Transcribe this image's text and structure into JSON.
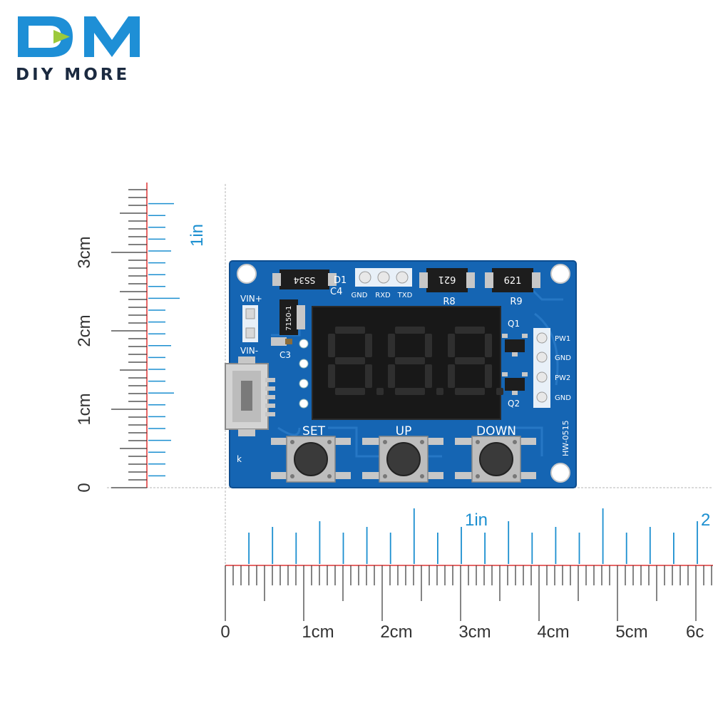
{
  "brand": {
    "logo_letters": "DM",
    "name": "DIY MORE",
    "colors": {
      "primary": "#1e8fd6",
      "dark": "#1b2a40"
    }
  },
  "vertical_ruler": {
    "cm_labels": [
      "0",
      "1cm",
      "2cm",
      "3cm"
    ],
    "inch_label": "1in"
  },
  "horizontal_ruler": {
    "cm_labels": [
      "0",
      "1cm",
      "2cm",
      "3cm",
      "4cm",
      "5cm",
      "6c"
    ],
    "inch_labels": [
      "1in",
      "2"
    ]
  },
  "board": {
    "model": "HW-0515",
    "pcb_color": "#1565b3",
    "display_color": "#181818",
    "display_digits": "8.8.8",
    "silkscreen": {
      "vin_plus": "VIN+",
      "vin_minus": "VIN-",
      "c3": "C3",
      "c4": "C4",
      "d1": "D1",
      "diode": "SS34",
      "regulator": "7150-1",
      "header_top": [
        "GND",
        "RXD",
        "TXD"
      ],
      "r8": "R8",
      "r9": "R9",
      "resistor_code_1": "621",
      "resistor_code_2": "621",
      "q1": "Q1",
      "q2": "Q2",
      "header_right": [
        "PW1",
        "GND",
        "PW2",
        "GND"
      ],
      "k": "k"
    },
    "buttons": [
      "SET",
      "UP",
      "DOWN"
    ]
  }
}
